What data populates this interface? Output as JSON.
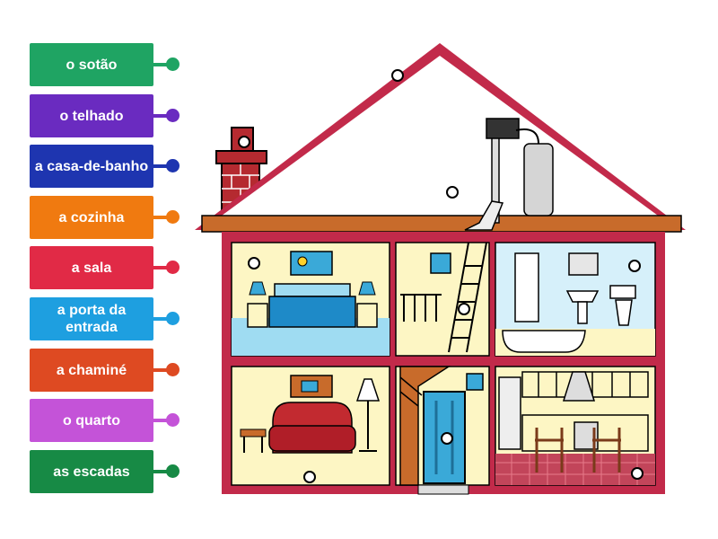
{
  "labels": [
    {
      "text": "o sotão",
      "color": "#1fa463"
    },
    {
      "text": "o telhado",
      "color": "#6a2bc0"
    },
    {
      "text": "a casa-de-banho",
      "color": "#1e35b0"
    },
    {
      "text": "a cozinha",
      "color": "#f07a10"
    },
    {
      "text": "a sala",
      "color": "#e12a46"
    },
    {
      "text": "a porta da entrada",
      "color": "#1e9fe0"
    },
    {
      "text": "a chaminé",
      "color": "#de4a22"
    },
    {
      "text": "o quarto",
      "color": "#c453d8"
    },
    {
      "text": "as escadas",
      "color": "#178a45"
    }
  ],
  "colors": {
    "house_outline": "#c22a4a",
    "wall_fill": "#fdf6c4",
    "floor_band": "#c86b2b",
    "bathroom_wall": "#d6f0fa",
    "bedroom_floor": "#9fdcf2"
  }
}
